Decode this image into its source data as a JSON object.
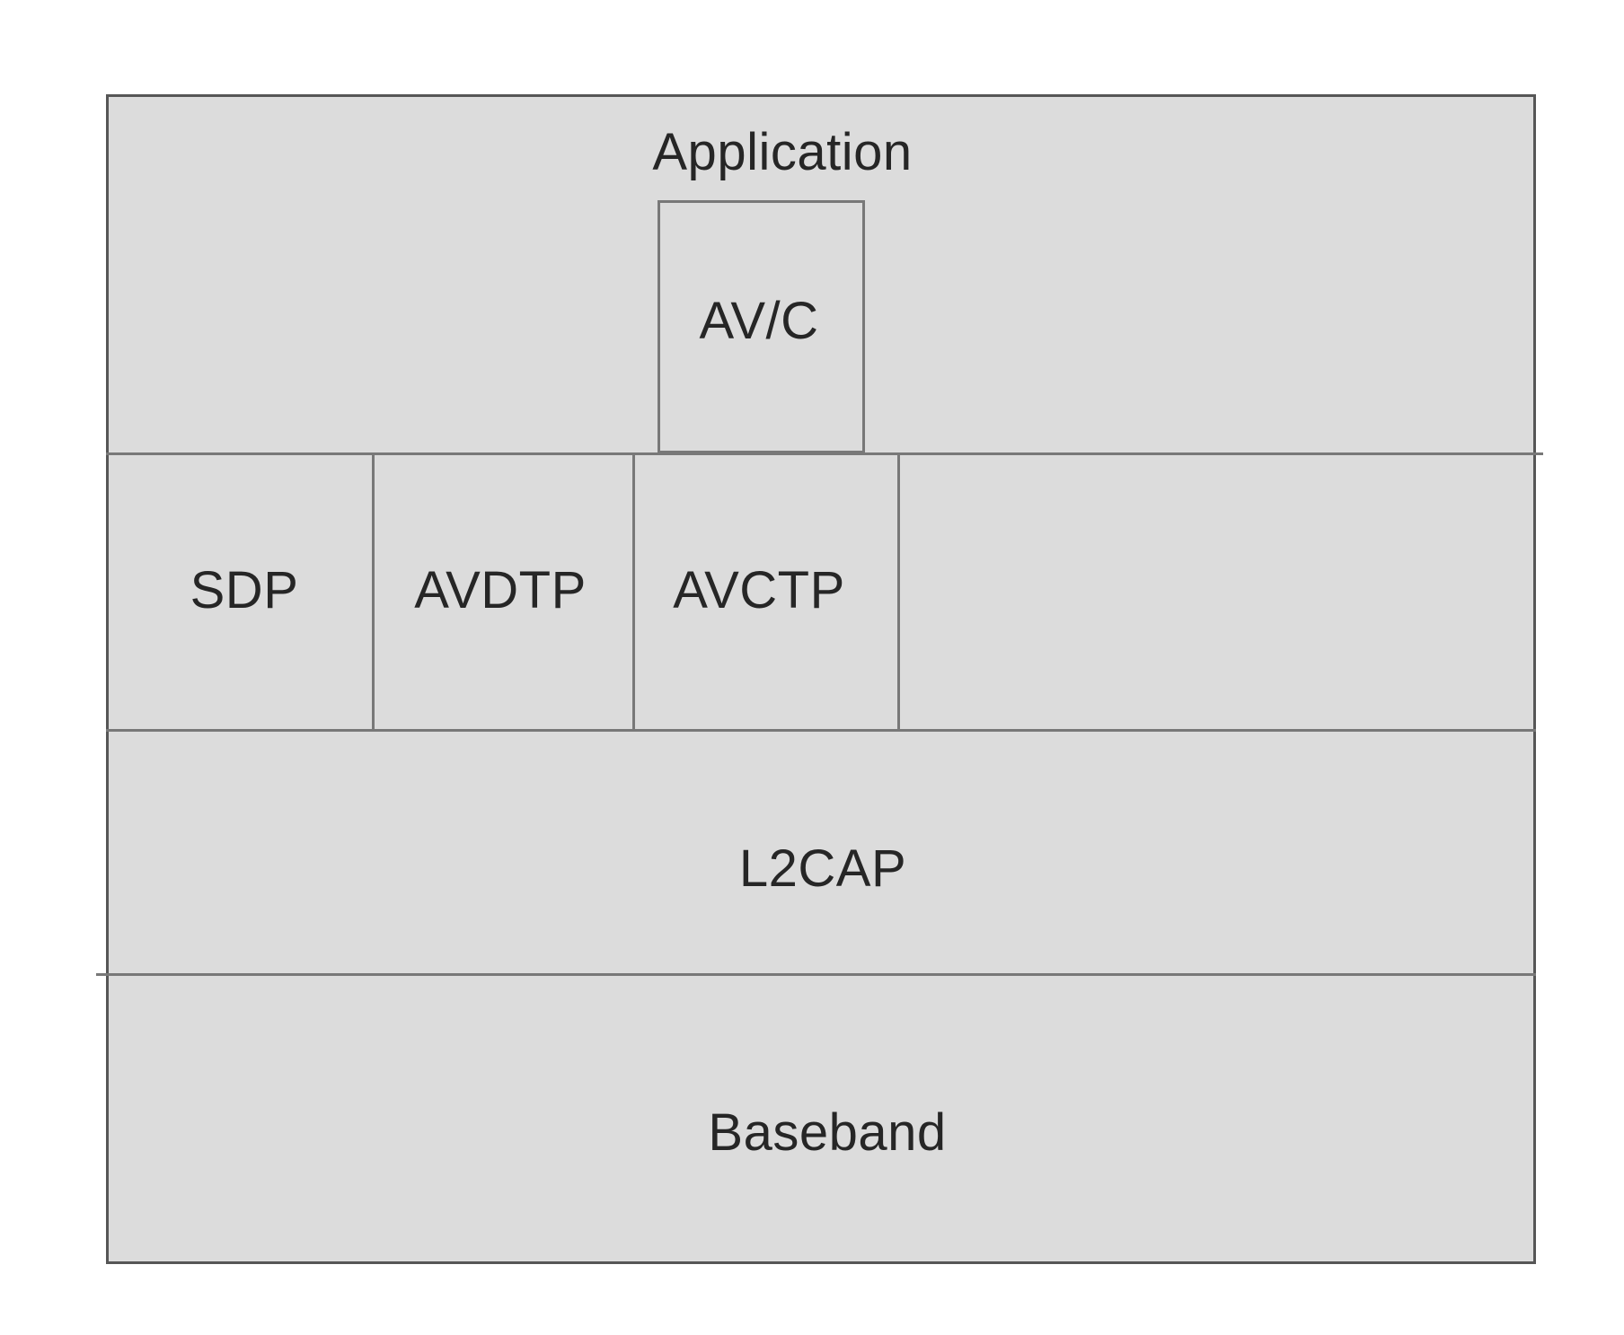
{
  "colors": {
    "box_fill": "#dcdcdc",
    "outer_border": "#565656",
    "inner_border": "#787878",
    "text": "#262626",
    "page_background": "#ffffff"
  },
  "stack": {
    "application": {
      "label": "Application"
    },
    "avc": {
      "label": "AV/C"
    },
    "protocols": [
      {
        "label": "SDP"
      },
      {
        "label": "AVDTP"
      },
      {
        "label": "AVCTP"
      }
    ],
    "l2cap": {
      "label": "L2CAP"
    },
    "baseband": {
      "label": "Baseband"
    }
  }
}
